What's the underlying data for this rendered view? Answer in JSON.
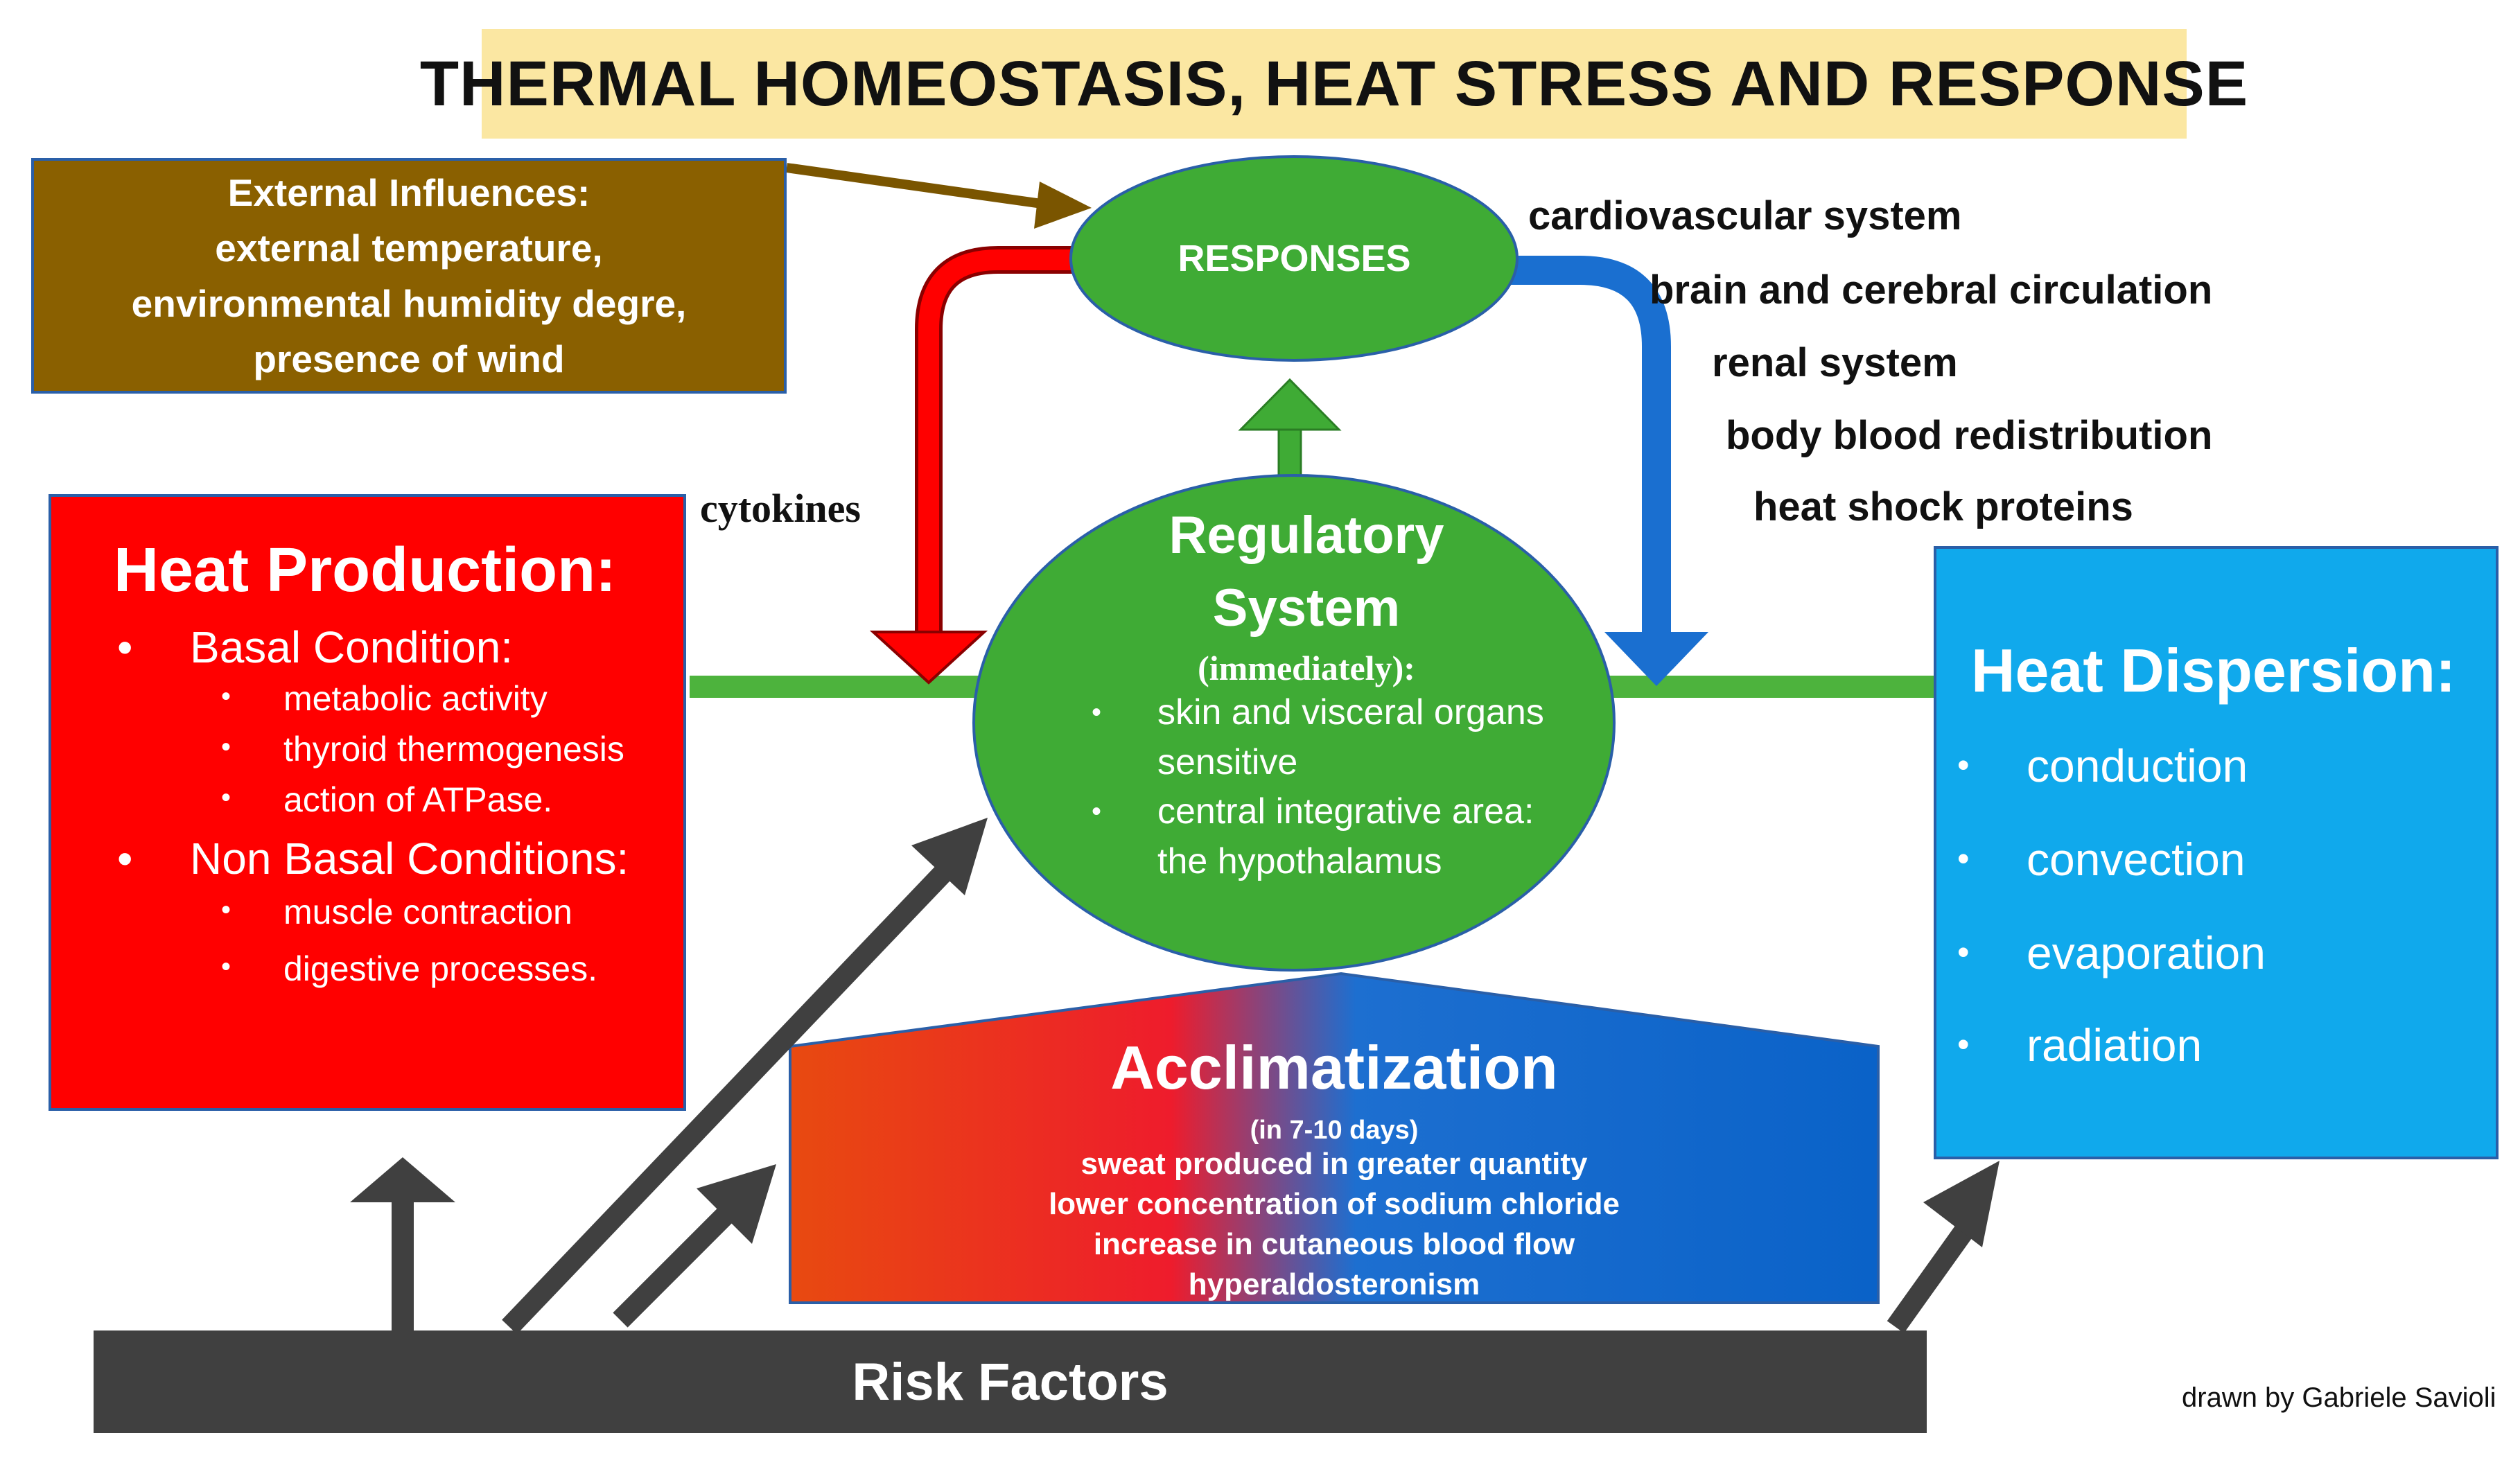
{
  "title": "THERMAL HOMEOSTASIS, HEAT STRESS AND RESPONSE",
  "external": {
    "lines": [
      "External Influences:",
      "external temperature,",
      "environmental humidity degre,",
      "presence of wind"
    ]
  },
  "responses": {
    "label": "RESPONSES",
    "items": [
      "cardiovascular system",
      "brain and cerebral circulation",
      "renal system",
      "body blood redistribution",
      "heat shock proteins"
    ]
  },
  "cytokines": "cytokines",
  "heat_production": {
    "title": "Heat Production:",
    "basal_label": "Basal Condition:",
    "basal_items": [
      "metabolic activity",
      "thyroid thermogenesis",
      "action of ATPase."
    ],
    "nonbasal_label": "Non Basal Conditions:",
    "nonbasal_items": [
      "muscle contraction",
      "digestive processes."
    ]
  },
  "regulatory": {
    "title_line1": "Regulatory",
    "title_line2": "System",
    "subtitle": "(immediately):",
    "items": [
      "skin and visceral organs sensitive",
      "central integrative area: the hypothalamus"
    ]
  },
  "heat_dispersion": {
    "title": "Heat Dispersion:",
    "items": [
      "conduction",
      "convection",
      "evaporation",
      "radiation"
    ]
  },
  "acclimatization": {
    "title": "Acclimatization",
    "subtitle": "(in 7-10 days)",
    "items": [
      "sweat produced in greater quantity",
      "lower concentration of sodium chloride",
      "increase in cutaneous blood flow",
      "hyperaldosteronism"
    ]
  },
  "risk_factors": "Risk Factors",
  "credit": "drawn by Gabriele Savioli",
  "colors": {
    "title_bg": "#fbe7a2",
    "external_bg": "#8a6000",
    "heat_production_bg": "#ff0000",
    "heat_dispersion_bg": "#10a9ec",
    "ellipse_green": "#3fab35",
    "red_arrow": "#ff0000",
    "blue_arrow": "#1a6fd0",
    "risk_bar": "#404040"
  }
}
